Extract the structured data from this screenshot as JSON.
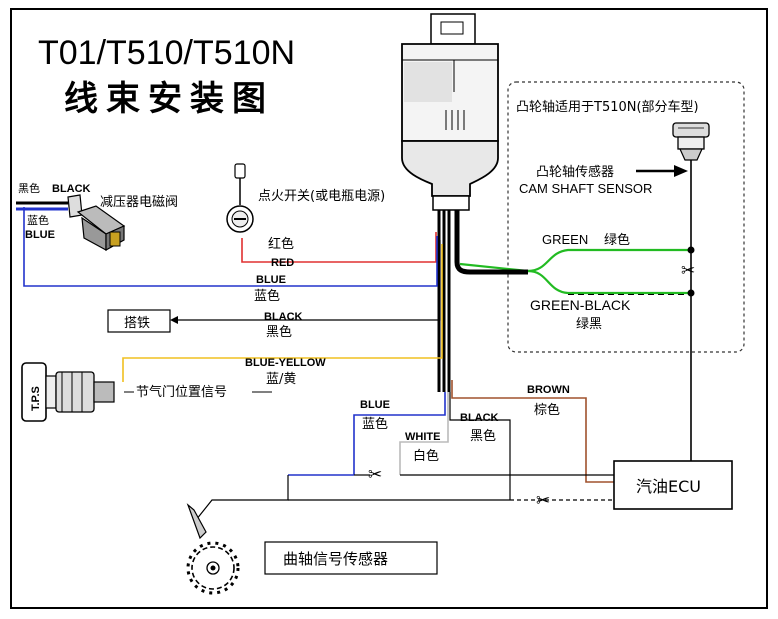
{
  "title": {
    "model": "T01/T510/T510N",
    "subtitle": "线束安装图"
  },
  "camshaft_box": {
    "heading": "凸轮轴适用于T510N(部分车型)",
    "sensor_cn": "凸轮轴传感器",
    "sensor_en": "CAM SHAFT SENSOR",
    "green_en": "GREEN",
    "green_cn": "绿色",
    "green_black_en": "GREEN-BLACK",
    "green_black_cn": "绿黑"
  },
  "valve": {
    "black_cn": "黑色",
    "black_en": "BLACK",
    "label": "减压器电磁阀",
    "blue_cn": "蓝色",
    "blue_en": "BLUE"
  },
  "ignition": {
    "label": "点火开关(或电瓶电源)"
  },
  "wires": {
    "red_cn": "红色",
    "red_en": "RED",
    "blue_en": "BLUE",
    "blue_cn": "蓝色",
    "black_en": "BLACK",
    "black_cn": "黑色",
    "blue_yellow_en": "BLUE-YELLOW",
    "blue_yellow_cn": "蓝/黄",
    "brown_en": "BROWN",
    "brown_cn": "棕色",
    "blue2_en": "BLUE",
    "blue2_cn": "蓝色",
    "white_en": "WHITE",
    "white_cn": "白色",
    "black2_en": "BLACK",
    "black2_cn": "黑色"
  },
  "ground": {
    "label": "搭铁"
  },
  "tps": {
    "tag": "T.P.S",
    "label": "节气门位置信号"
  },
  "ecu": {
    "label": "汽油ECU"
  },
  "crank": {
    "label": "曲轴信号传感器"
  },
  "colors": {
    "red": "#e03030",
    "blue": "#2233cc",
    "yellow": "#f0c020",
    "green": "#22bb22",
    "brown": "#a0522d",
    "black": "#000000",
    "gray": "#555555"
  }
}
